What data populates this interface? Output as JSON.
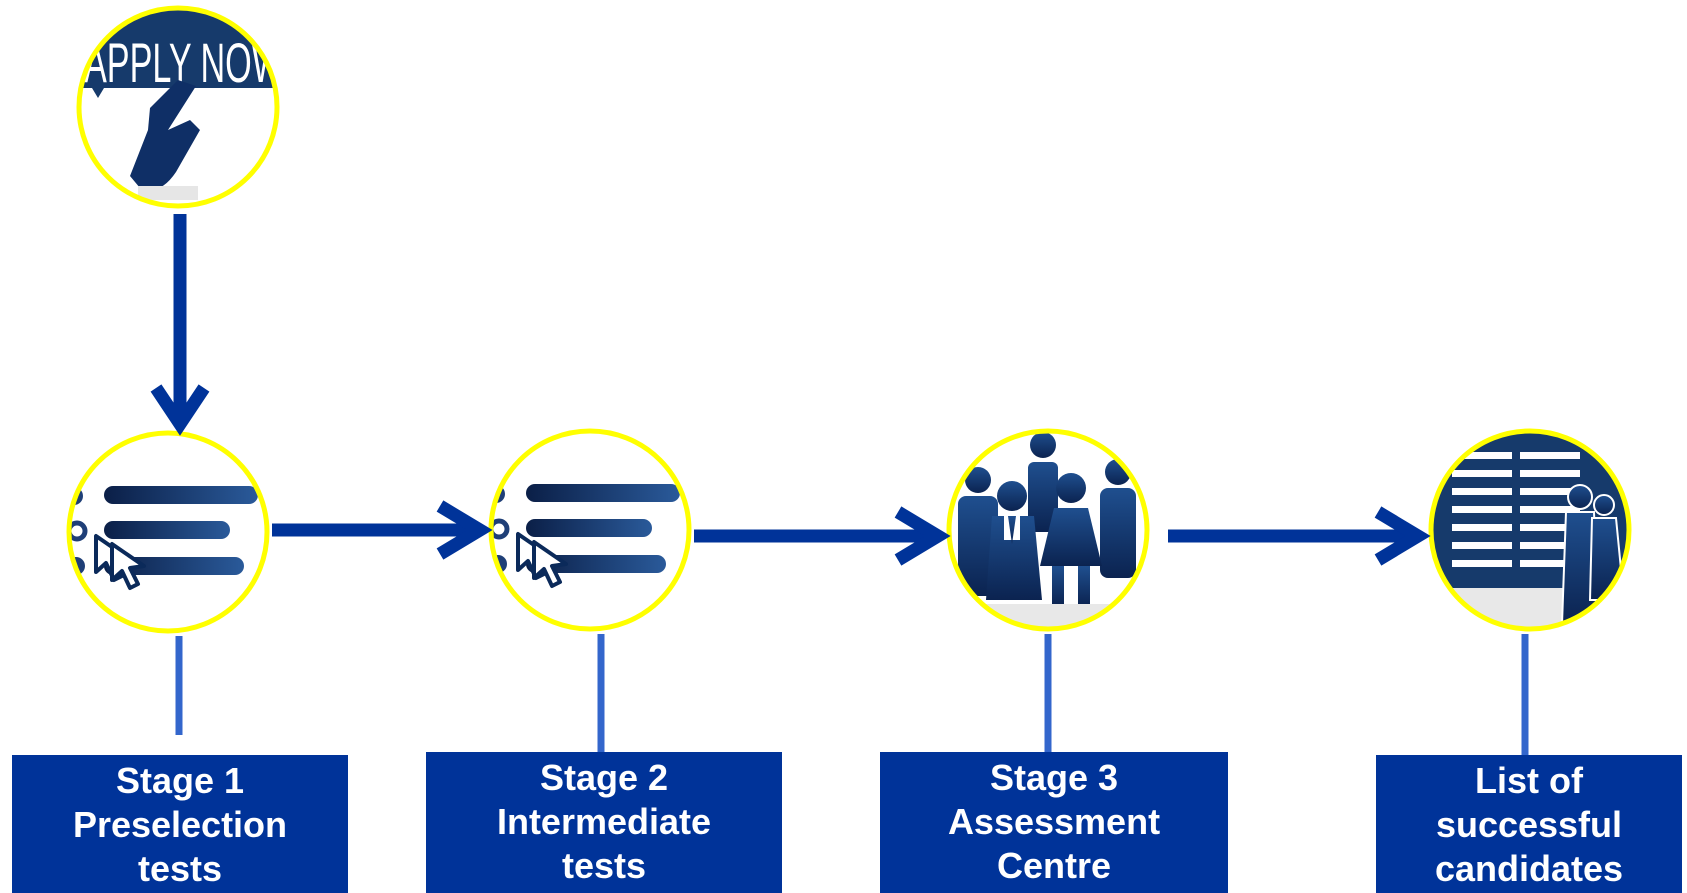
{
  "apply_icon": {
    "text": "APPLY NOW"
  },
  "stages": [
    {
      "lines": [
        "Stage 1",
        "Preselection",
        "tests"
      ]
    },
    {
      "lines": [
        "Stage 2",
        "Intermediate",
        "tests"
      ]
    },
    {
      "lines": [
        "Stage 3",
        "Assessment",
        "Centre"
      ]
    },
    {
      "lines": [
        "List of",
        "successful",
        "candidates"
      ]
    }
  ],
  "colors": {
    "arrow": "#003399",
    "connector": "#3366cc",
    "ring": "#ffff00",
    "box": "#003399",
    "icon_dark": "#0b2a5a",
    "icon_mid": "#1f4f8f"
  }
}
